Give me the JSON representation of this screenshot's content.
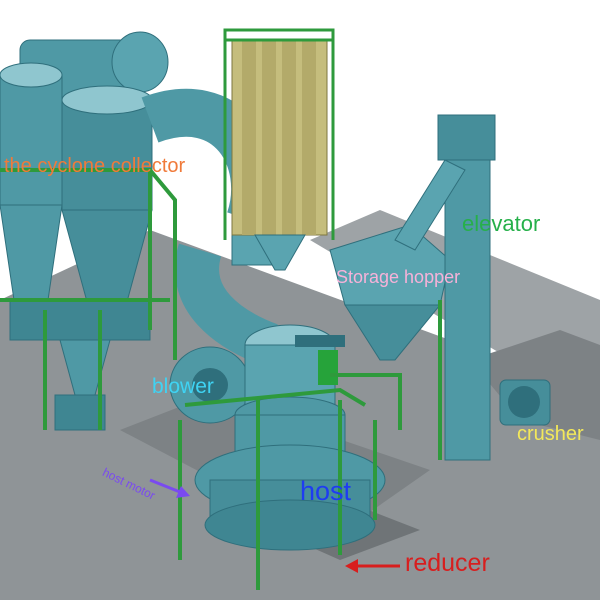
{
  "labels": {
    "cyclone_collector": "the cyclone collector",
    "storage_hopper": "Storage hopper",
    "elevator": "elevator",
    "blower": "blower",
    "crusher": "crusher",
    "host": "host",
    "host_motor": "host motor",
    "reducer": "reducer"
  },
  "colors": {
    "machine": "#4f99a5",
    "machine_dark": "#2f6f7c",
    "machine_light": "#8fc6cf",
    "frame": "#2e9a3c",
    "floor": "#8f9497",
    "filter_bags": "#b3aa6a",
    "label_orange": "#f07a3a",
    "label_pink": "#f7b2d9",
    "label_green": "#26b04a",
    "label_cyan": "#3fd3f3",
    "label_yellow": "#f3e85a",
    "label_blue": "#1e3cf2",
    "label_purple": "#7a4af0",
    "label_red": "#d81e1e"
  }
}
